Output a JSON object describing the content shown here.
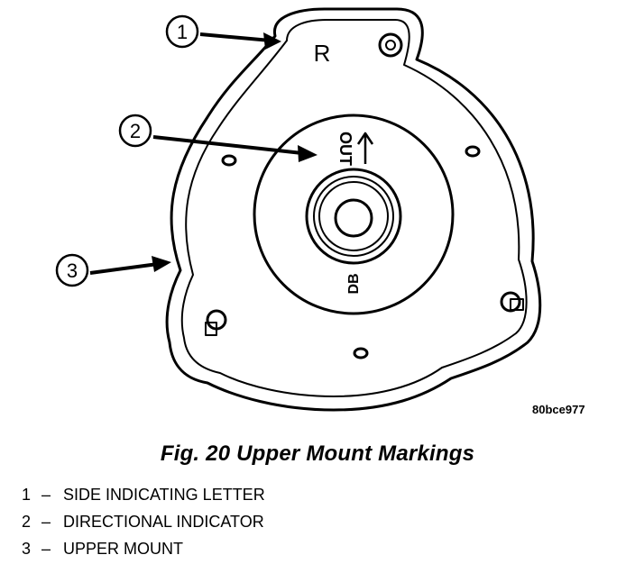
{
  "figure": {
    "callouts": [
      "1",
      "2",
      "3"
    ],
    "side_letter": "R",
    "direction_text": "OUT",
    "bottom_mark": "DB",
    "code": "80bce977"
  },
  "caption": "Fig. 20 Upper Mount Markings",
  "legend": [
    {
      "num": "1",
      "dash": "–",
      "label": "SIDE INDICATING LETTER"
    },
    {
      "num": "2",
      "dash": "–",
      "label": "DIRECTIONAL INDICATOR"
    },
    {
      "num": "3",
      "dash": "–",
      "label": "UPPER MOUNT"
    }
  ]
}
